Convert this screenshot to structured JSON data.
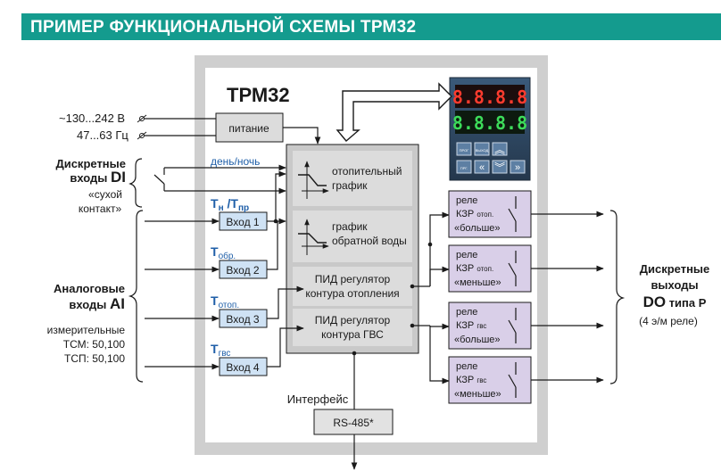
{
  "header": {
    "title": "ПРИМЕР ФУНКЦИОНАЛЬНОЙ СХЕМЫ ТРМ32",
    "band_color": "#149b8e"
  },
  "device": {
    "name": "ТРМ32",
    "display_top": "8.8.8.8",
    "display_bottom": "8.8.8.8",
    "buttons": [
      "ПРОГ",
      "ВЫХОД",
      "ПРГ."
    ]
  },
  "power": {
    "voltage": "~130...242 В",
    "frequency": "47...63 Гц",
    "block": "питание"
  },
  "di": {
    "title_line1": "Дискретные",
    "title_line2": "входы",
    "title_bold": "DI",
    "contact_line1": "«сухой",
    "contact_line2": "контакт»",
    "day_night": "день/ночь"
  },
  "ai": {
    "title_line1": "Аналоговые",
    "title_line2": "входы",
    "title_bold": "AI",
    "sensors_line1": "измерительные",
    "sensors_line2": "ТСМ: 50,100",
    "sensors_line3": "ТСП: 50,100"
  },
  "inputs": [
    {
      "label": "Вход 1",
      "temp": "Т",
      "sub": "н",
      "temp2": " /Т",
      "sub2": "пр"
    },
    {
      "label": "Вход 2",
      "temp": "Т",
      "sub": "обр."
    },
    {
      "label": "Вход 3",
      "temp": "Т",
      "sub": "отоп."
    },
    {
      "label": "Вход 4",
      "temp": "Т",
      "sub": "гвс"
    }
  ],
  "blocks": {
    "heating_graph_line1": "отопительный",
    "heating_graph_line2": "график",
    "return_graph_line1": "график",
    "return_graph_line2": "обратной воды",
    "pid_heating_line1": "ПИД регулятор",
    "pid_heating_line2": "контура отопления",
    "pid_dhw_line1": "ПИД регулятор",
    "pid_dhw_line2": "контура ГВС"
  },
  "relays": [
    {
      "line1": "реле",
      "line2": "КЗР",
      "line2_sub": "отоп.",
      "line3": "«больше»"
    },
    {
      "line1": "реле",
      "line2": "КЗР",
      "line2_sub": "отоп.",
      "line3": "«меньше»"
    },
    {
      "line1": "реле",
      "line2": "КЗР",
      "line2_sub": "гвс",
      "line3": "«больше»"
    },
    {
      "line1": "реле",
      "line2": "КЗР",
      "line2_sub": "гвс",
      "line3": "«меньше»"
    }
  ],
  "do": {
    "line1": "Дискретные",
    "line2": "выходы",
    "line3_bold": "DO",
    "line3_rest": "типа Р",
    "line4": "(4 э/м реле)"
  },
  "interface": {
    "label": "Интерфейс",
    "block": "RS-485*"
  }
}
